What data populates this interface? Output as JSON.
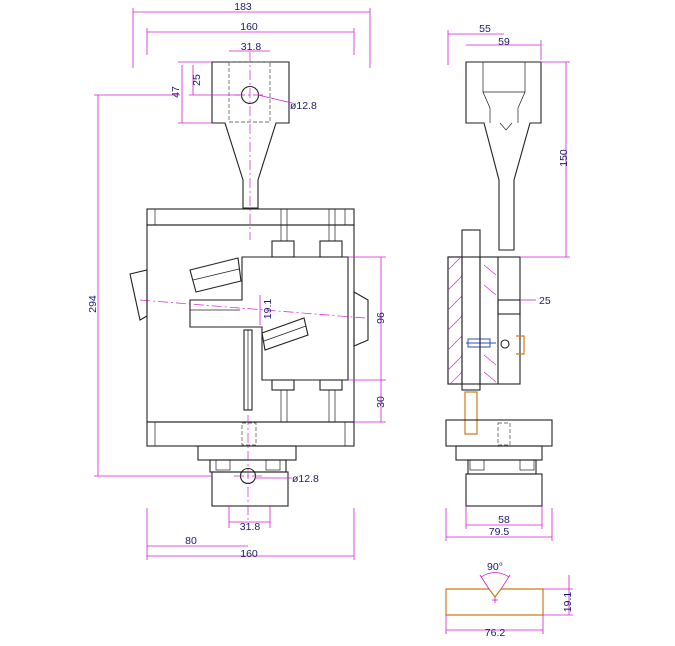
{
  "dimensions": {
    "front_overall_width": "183",
    "front_top_width": "160",
    "front_upper_bore_spacing": "31.8",
    "front_upper_offset_25": "25",
    "front_upper_offset_47": "47",
    "front_upper_hole": "ø12.8",
    "front_total_height": "294",
    "front_mid_19_1": "19.1",
    "front_mid_96": "96",
    "front_mid_30": "30",
    "front_lower_hole": "ø12.8",
    "front_lower_bore_spacing": "31.8",
    "front_bottom_80": "80",
    "front_bottom_160": "160",
    "side_55": "55",
    "side_59": "59",
    "side_150": "150",
    "side_25": "25",
    "side_58": "58",
    "side_79_5": "79.5",
    "specimen_angle": "90°",
    "specimen_height": "19.1",
    "specimen_length": "76.2"
  },
  "colors": {
    "dimension_lines": "#d21fd2",
    "dimension_text": "#1a1a6e",
    "outline": "#222222",
    "specimen": "#cf7a1a",
    "pin": "#2b4cc8"
  }
}
